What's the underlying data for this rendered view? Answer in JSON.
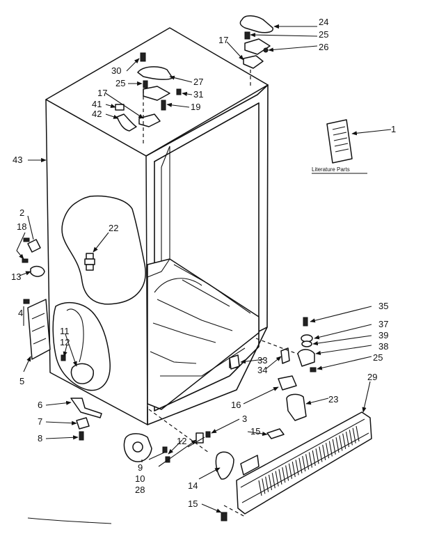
{
  "labels": {
    "l1": "1",
    "l2": "2",
    "l3": "3",
    "l4": "4",
    "l5": "5",
    "l6": "6",
    "l7": "7",
    "l8": "8",
    "l9": "9",
    "l10": "10",
    "l11": "11",
    "l12a": "12",
    "l12b": "12",
    "l13": "13",
    "l14": "14",
    "l15a": "15",
    "l15b": "15",
    "l16": "16",
    "l17a": "17",
    "l17b": "17",
    "l18": "18",
    "l19": "19",
    "l22": "22",
    "l23": "23",
    "l24": "24",
    "l25a": "25",
    "l25b": "25",
    "l25c": "25",
    "l26": "26",
    "l27": "27",
    "l28": "28",
    "l29": "29",
    "l30": "30",
    "l31": "31",
    "l33": "33",
    "l34": "34",
    "l35": "35",
    "l37": "37",
    "l38": "38",
    "l39": "39",
    "l41": "41",
    "l42": "42",
    "l43": "43"
  },
  "literature": {
    "caption": "Literature Parts"
  }
}
